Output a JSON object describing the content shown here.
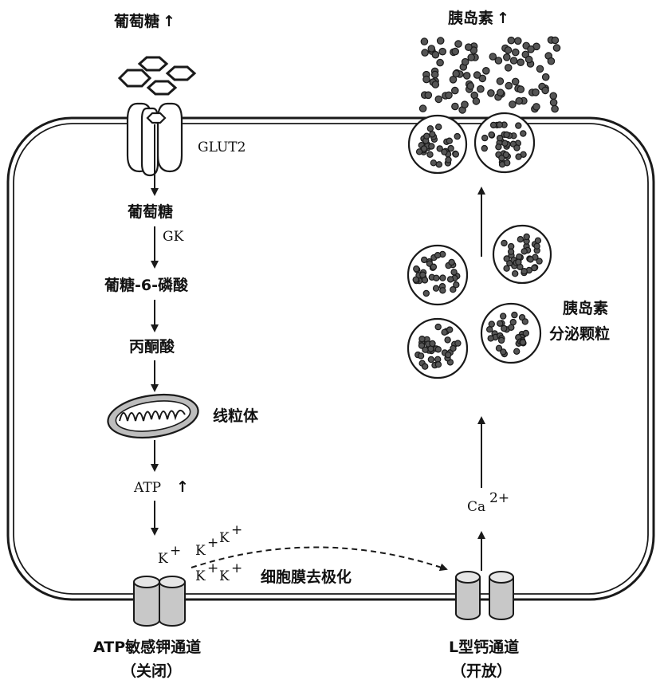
{
  "labels": {
    "glucose_top": "葡萄糖",
    "insulin_top": "胰岛素",
    "glut2": "GLUT2",
    "glucose_inside": "葡萄糖",
    "gk": "GK",
    "g6p": "葡糖-6-磷酸",
    "pyruvate": "丙酮酸",
    "mitochondrion": "线粒体",
    "atp": "ATP",
    "k_ion": "K",
    "k_charge": "+",
    "depolarization": "细胞膜去极化",
    "katp_channel": "ATP敏感钾通道",
    "katp_state": "（关闭）",
    "ca_channel": "L型钙通道",
    "ca_state": "（开放）",
    "ca_ion": "Ca",
    "ca_charge": "2+",
    "granules_line1": "胰岛素",
    "granules_line2": "分泌颗粒",
    "up_arrow": "↑"
  },
  "colors": {
    "stroke": "#1a1a1a",
    "granule_dot": "#555555",
    "channel_fill": "#c8c8c8",
    "mito_fill": "#bdbdbd"
  }
}
